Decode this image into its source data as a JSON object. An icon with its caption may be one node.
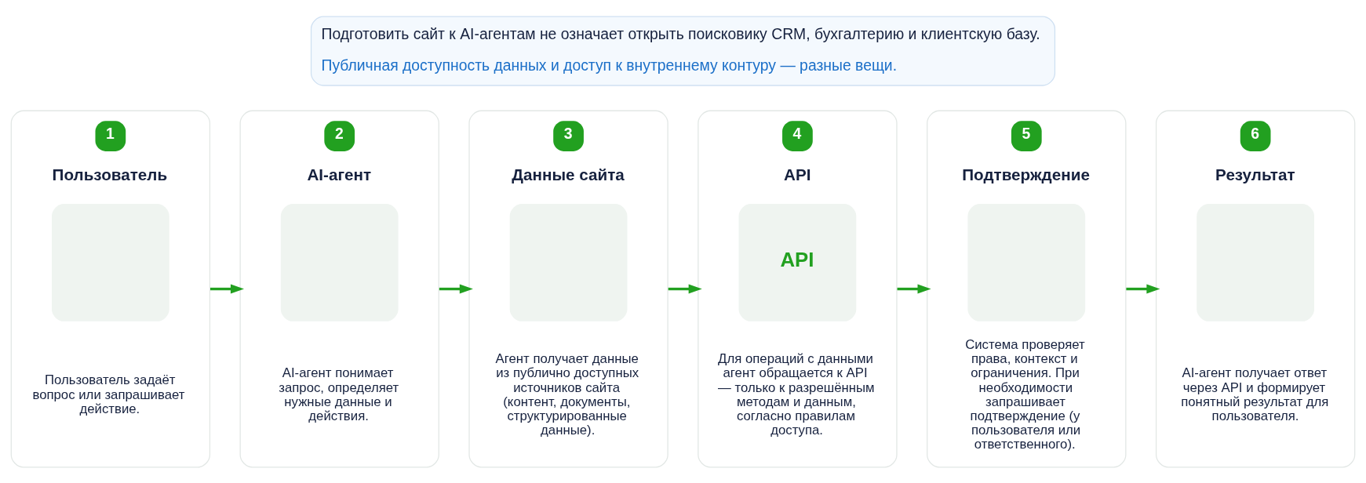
{
  "diagram": {
    "nodes": [
      {
        "text": [
          "Подготовить сайт к AI-агентам не означает открыть поисковику CRM, бухгалтерию и клиентскую базу.",
          "Публичная доступность данных и доступ к внутреннему контуру — разные вещи."
        ]
      },
      {
        "text": [
          "1",
          "Пользователь",
          "Пользователь задаёт вопрос или запрашивает действие."
        ]
      },
      {
        "text": [
          "2",
          "AI-агент",
          "AI-агент понимает запрос, определяет нужные данные и действия."
        ]
      },
      {
        "text": [
          "3",
          "Данные сайта",
          "Агент получает данные из публично доступных источников сайта (контент, документы, структурированные данные)."
        ]
      },
      {
        "text": [
          "4",
          "API",
          "API",
          "Для операций с данными агент обращается к API — только к разрешённым методам и данным, согласно правилам доступа."
        ]
      },
      {
        "text": [
          "5",
          "Подтверждение",
          "Система проверяет права, контекст и ограничения. При необходимости запрашивает подтверждение (у пользователя или ответственного)."
        ]
      },
      {
        "text": [
          "6",
          "Результат",
          "AI-агент получает ответ через API и формирует понятный результат для пользователя."
        ]
      }
    ],
    "edges": [
      {
        "from": 1,
        "to": 2,
        "arrow": "to"
      },
      {
        "from": 2,
        "to": 3,
        "arrow": "to"
      },
      {
        "from": 3,
        "to": 4,
        "arrow": "to"
      },
      {
        "from": 4,
        "to": 5,
        "arrow": "to"
      },
      {
        "from": 5,
        "to": 6,
        "arrow": "to"
      }
    ]
  }
}
